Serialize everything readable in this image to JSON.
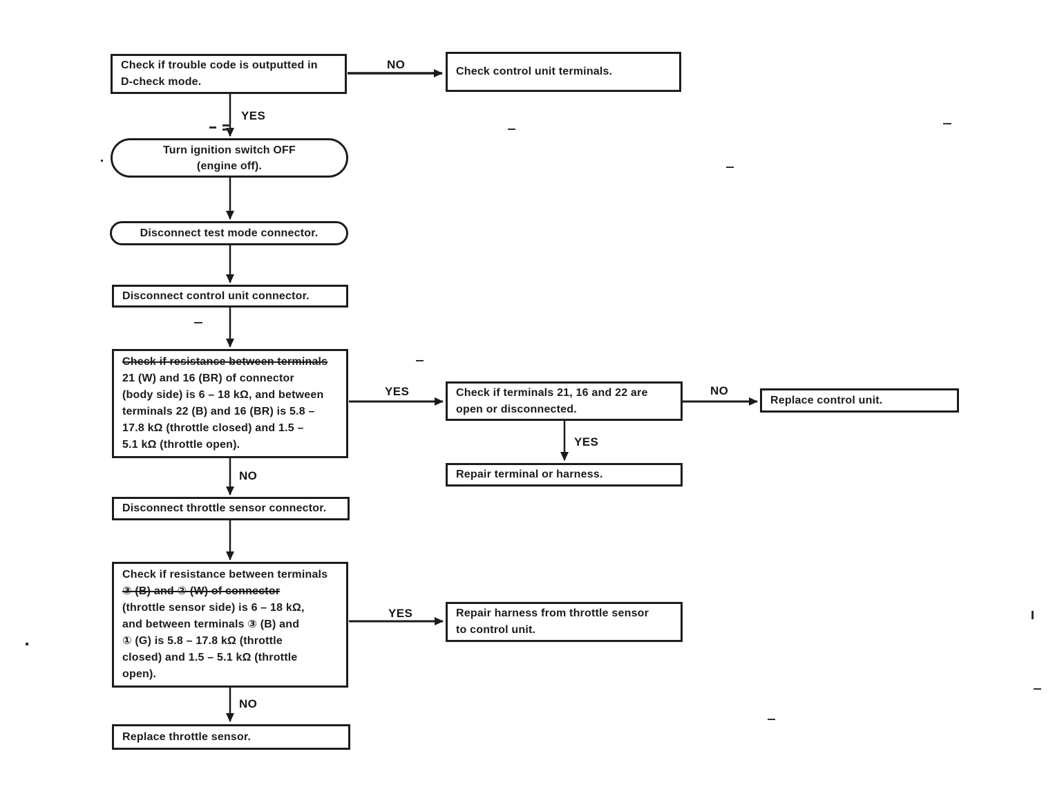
{
  "page": {
    "paper_color": "#ffffff",
    "ink_color": "#1b1b1b",
    "kind": "service-manual troubleshooting flowchart (scanned page)"
  },
  "diagram": {
    "type": "flowchart",
    "nodes": {
      "check_trouble_code": {
        "shape": "rect",
        "lines": [
          "Check if trouble code is outputted in",
          "D-check mode."
        ]
      },
      "check_control_unit_terminals": {
        "shape": "rect",
        "lines": [
          "Check control unit terminals."
        ]
      },
      "turn_ignition_off": {
        "shape": "stadium",
        "lines": [
          "Turn ignition switch OFF",
          "(engine off)."
        ]
      },
      "disconnect_test_mode": {
        "shape": "stadium",
        "lines": [
          "Disconnect test mode connector."
        ]
      },
      "disconnect_control_unit": {
        "shape": "rect",
        "lines": [
          "Disconnect control unit connector."
        ]
      },
      "check_resistance_body": {
        "shape": "rect",
        "lines": [
          "Check if resistance between terminals",
          "21 (W) and 16 (BR) of connector",
          "(body side) is 6 – 18 kΩ, and between",
          "terminals 22 (B) and 16 (BR) is 5.8 –",
          "17.8 kΩ (throttle closed) and 1.5 –",
          "5.1 kΩ (throttle open)."
        ]
      },
      "check_terminals_open": {
        "shape": "rect",
        "lines": [
          "Check if terminals 21, 16 and 22 are",
          "open or disconnected."
        ]
      },
      "replace_control_unit": {
        "shape": "rect",
        "lines": [
          "Replace control unit."
        ]
      },
      "repair_terminal_harness": {
        "shape": "rect",
        "lines": [
          "Repair terminal or harness."
        ]
      },
      "disconnect_throttle_sensor": {
        "shape": "rect",
        "lines": [
          "Disconnect throttle sensor connector."
        ]
      },
      "check_resistance_sensor": {
        "shape": "rect",
        "lines": [
          "Check if resistance between terminals",
          "③ (B) and ② (W) of connector",
          "(throttle sensor side) is 6 – 18 kΩ,",
          "and between terminals ③ (B) and",
          "① (G) is 5.8 – 17.8 kΩ (throttle",
          "closed) and 1.5 – 5.1 kΩ (throttle",
          "open)."
        ]
      },
      "repair_harness_sensor": {
        "shape": "rect",
        "lines": [
          "Repair harness from throttle sensor",
          "to control unit."
        ]
      },
      "replace_throttle_sensor": {
        "shape": "rect",
        "lines": [
          "Replace throttle sensor."
        ]
      }
    },
    "edges": [
      {
        "from": "check_trouble_code",
        "to": "check_control_unit_terminals",
        "label": "NO"
      },
      {
        "from": "check_trouble_code",
        "to": "turn_ignition_off",
        "label": "YES"
      },
      {
        "from": "turn_ignition_off",
        "to": "disconnect_test_mode",
        "label": ""
      },
      {
        "from": "disconnect_test_mode",
        "to": "disconnect_control_unit",
        "label": ""
      },
      {
        "from": "disconnect_control_unit",
        "to": "check_resistance_body",
        "label": ""
      },
      {
        "from": "check_resistance_body",
        "to": "check_terminals_open",
        "label": "YES"
      },
      {
        "from": "check_terminals_open",
        "to": "replace_control_unit",
        "label": "NO"
      },
      {
        "from": "check_terminals_open",
        "to": "repair_terminal_harness",
        "label": "YES"
      },
      {
        "from": "check_resistance_body",
        "to": "disconnect_throttle_sensor",
        "label": "NO"
      },
      {
        "from": "disconnect_throttle_sensor",
        "to": "check_resistance_sensor",
        "label": ""
      },
      {
        "from": "check_resistance_sensor",
        "to": "repair_harness_sensor",
        "label": "YES"
      },
      {
        "from": "check_resistance_sensor",
        "to": "replace_throttle_sensor",
        "label": "NO"
      }
    ]
  }
}
